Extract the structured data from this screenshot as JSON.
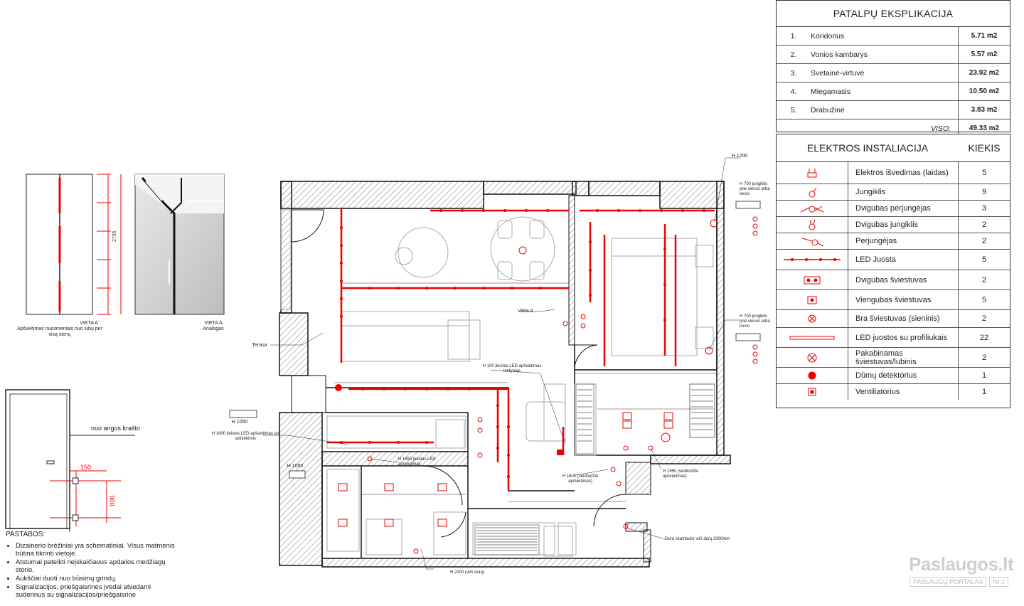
{
  "explication": {
    "title": "PATALPŲ EKSPLIKACIJA",
    "rows": [
      {
        "n": "1.",
        "name": "Koridorius",
        "area": "5.71 m2"
      },
      {
        "n": "2.",
        "name": "Vonios kambarys",
        "area": "5.57 m2"
      },
      {
        "n": "3.",
        "name": "Svetainė-virtuvė",
        "area": "23.92 m2"
      },
      {
        "n": "4.",
        "name": "Miegamasis",
        "area": "10.50 m2"
      },
      {
        "n": "5.",
        "name": "Drabužinė",
        "area": "3.83 m2"
      }
    ],
    "total_label": "VISO:",
    "total_area": "49.33 m2"
  },
  "electrical": {
    "title": "ELEKTROS INSTALIACIJA",
    "qty_title": "KIEKIS",
    "rows": [
      {
        "name": "Elektros išvedimas (laidas)",
        "qty": "5",
        "icon": "outlet-wire-icon"
      },
      {
        "name": "Jungiklis",
        "qty": "9",
        "icon": "switch-icon"
      },
      {
        "name": "Dvigubas perjungėjas",
        "qty": "3",
        "icon": "double-changeover-switch-icon"
      },
      {
        "name": "Dvigubas jungiklis",
        "qty": "2",
        "icon": "double-switch-icon"
      },
      {
        "name": "Perjungėjas",
        "qty": "2",
        "icon": "changeover-switch-icon"
      },
      {
        "name": "LED Juosta",
        "qty": "5",
        "icon": "led-strip-icon"
      },
      {
        "name": "Dvigubas šviestuvas",
        "qty": "2",
        "icon": "double-light-icon"
      },
      {
        "name": "Viengubas šviestuvas",
        "qty": "5",
        "icon": "single-light-icon"
      },
      {
        "name": "Bra šviestuvas (sieninis)",
        "qty": "2",
        "icon": "wall-light-icon"
      },
      {
        "name": "LED juostos su profiliukais",
        "qty": "22",
        "icon": "led-profile-icon"
      },
      {
        "name": "Pakabinamas šviestuvas/lubinis",
        "qty": "2",
        "icon": "pendant-light-icon"
      },
      {
        "name": "Dūmų detektorius",
        "qty": "1",
        "icon": "smoke-detector-icon"
      },
      {
        "name": "Ventiliatorius",
        "qty": "1",
        "icon": "fan-icon"
      }
    ]
  },
  "notes": {
    "title": "PASTABOS:",
    "items": [
      "Dizainerio brėžiniai yra schematiniai. Visus matmenis būtina tikrinti vietoje.",
      "Atstumai pateikti neįskaičiavus apdailos medžiagų storio.",
      "Aukščiai duoti nuo būsimų grindų.",
      "Signalizacijos, priešgaisrinės įvedai atvedami suderinus su signalizacijos/priešgaisrine"
    ]
  },
  "labels": {
    "vieta_a1": "VIETA A",
    "vieta_a1_sub": "Apšvietimas nuosmeniais nuo lubų per visą sienų",
    "vieta_a2": "VIETA A",
    "vieta_a2_sub": "Analogas",
    "door_label": "nuo angos krašto",
    "terasa": "Terasa",
    "vieta_a": "Vieta A",
    "h1200": "H 1200",
    "h1600_led": "H 1600 įleistas LED apšvietimas po spintelėmis",
    "h1050": "H 1050",
    "h1050b": "H 1050",
    "h1650": "H 1650 įleistas LED apšvietimas",
    "h100": "H 100 įleistas LED apšvietimas lentynoje",
    "h1600": "H 1600 (veidrodžio apšvietimas)",
    "h1650b": "H 1650 (veidrodžio apšvietimas)",
    "h2200": "H 2200 (virš durų)",
    "h700_1": "H 700 jungiklis prie sienos arba lovos",
    "h700_2": "H 700 jungiklis prie sienos arba lovos",
    "skambutis": "Durų skambutis virš durų 2000mm",
    "dim_2705": "2705",
    "dim_150": "150",
    "dim_900": "900"
  },
  "watermark": {
    "brand": "Paslaugos.lt",
    "sub": "PASLAUGŲ PORTALAS",
    "badge": "Nr.1"
  }
}
